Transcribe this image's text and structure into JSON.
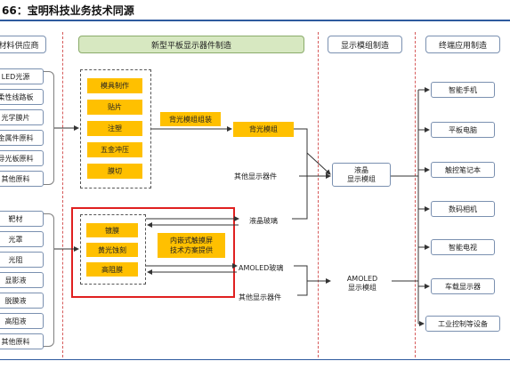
{
  "title": "66：宝明科技业务技术同源",
  "columns": {
    "materials": "材料供应商",
    "panel": "新型平板显示器件制造",
    "module": "显示模组制造",
    "terminal": "终端应用制造"
  },
  "materials_top": [
    "LED光源",
    "柔性线路板",
    "光学膜片",
    "金属件原料",
    "导光板原料",
    "其他原料"
  ],
  "materials_bottom": [
    "靶材",
    "光罩",
    "光阻",
    "显影液",
    "脱膜液",
    "高阻液",
    "其他原料"
  ],
  "process_top": [
    "模具制作",
    "贴片",
    "注塑",
    "五金冲压",
    "膜切"
  ],
  "process_bottom": [
    "镀膜",
    "黄光蚀刻",
    "高阻膜"
  ],
  "backlight_assembly": "背光模组组装",
  "backlight_module": "背光模组",
  "other_components_1": "其他显示器件",
  "lcd_glass": "液晶玻璃",
  "incell": [
    "内嵌式触摸屏",
    "技术方案提供"
  ],
  "amoled_glass": "AMOLED玻璃",
  "other_components_2": "其他显示器件",
  "lcd_module": [
    "液晶",
    "显示模组"
  ],
  "amoled_module": [
    "AMOLED",
    "显示模组"
  ],
  "terminals": [
    "智能手机",
    "平板电脑",
    "触控笔记本",
    "数码相机",
    "智能电视",
    "车载显示器",
    "工业控制等设备"
  ]
}
